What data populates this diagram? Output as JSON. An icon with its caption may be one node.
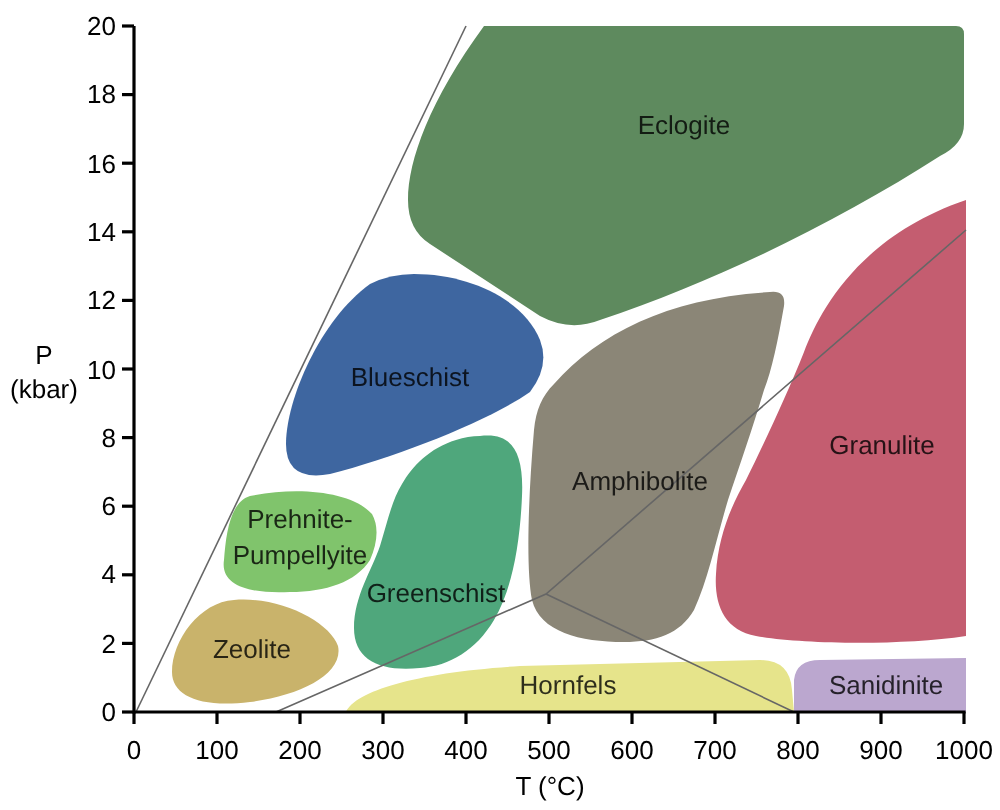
{
  "diagram": {
    "nodes": [
      {
        "text": [
          "Eclogite"
        ]
      },
      {
        "text": [
          "Blueschist"
        ]
      },
      {
        "text": [
          "Granulite"
        ]
      },
      {
        "text": [
          "Amphibolite"
        ]
      },
      {
        "text": [
          "Prehnite-Pumpellyite"
        ]
      },
      {
        "text": [
          "Greenschist"
        ]
      },
      {
        "text": [
          "Zeolite"
        ]
      },
      {
        "text": [
          "Hornfels"
        ]
      },
      {
        "text": [
          "Sanidinite"
        ]
      }
    ],
    "labels": [
      "20",
      "18",
      "16",
      "14",
      "12",
      "10",
      "8",
      "6",
      "4",
      "2",
      "0",
      "P (kbar)",
      "0",
      "100",
      "200",
      "300",
      "400",
      "500",
      "600",
      "700",
      "800",
      "900",
      "1000",
      "T (°C)"
    ]
  }
}
